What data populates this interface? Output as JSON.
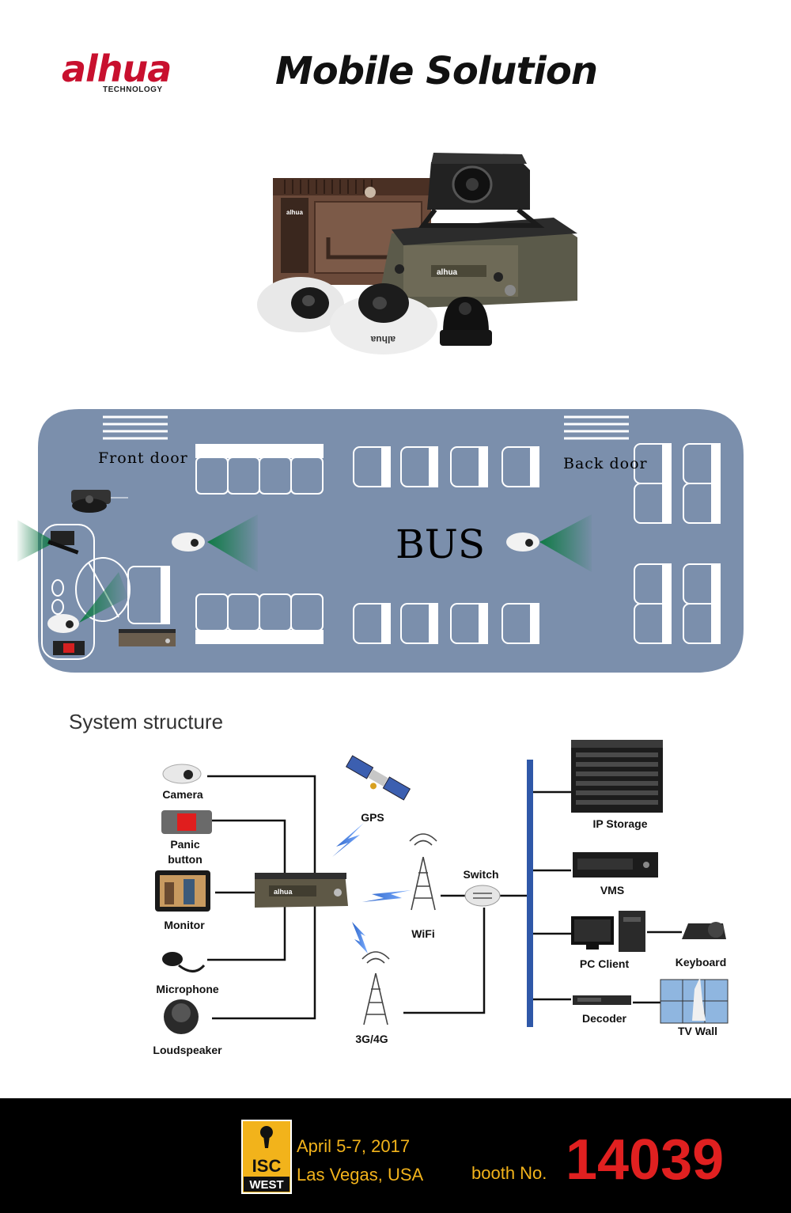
{
  "header": {
    "logo_text": "alhua",
    "logo_subtext": "TECHNOLOGY",
    "title": "Mobile Solution"
  },
  "products": {
    "brand_mark": "alhua"
  },
  "bus_layout": {
    "title": "BUS",
    "front_door_label": "Front door",
    "back_door_label": "Back door",
    "colors": {
      "body": "#7b8fac",
      "field_of_view": "#0f7a45"
    }
  },
  "system": {
    "section_title": "System structure",
    "nodes": {
      "camera": "Camera",
      "panic_button": "Panic\nbutton",
      "monitor": "Monitor",
      "microphone": "Microphone",
      "loudspeaker": "Loudspeaker",
      "gps": "GPS",
      "wifi": "WiFi",
      "cellular": "3G/4G",
      "switch": "Switch",
      "ip_storage": "IP Storage",
      "vms": "VMS",
      "pc_client": "PC Client",
      "keyboard": "Keyboard",
      "decoder": "Decoder",
      "tv_wall": "TV Wall"
    },
    "colors": {
      "lines": "#111111",
      "bus_bar": "#2f58a8",
      "wireless": "#2b63c9"
    }
  },
  "footer": {
    "badge_top": "ISC",
    "badge_bottom": "WEST",
    "date": "April 5-7, 2017",
    "location": "Las Vegas, USA",
    "booth_label": "booth No.",
    "booth_number": "14039",
    "colors": {
      "text": "#f2b31b",
      "booth_number": "#e02020",
      "badge": "#f2b31b"
    }
  }
}
